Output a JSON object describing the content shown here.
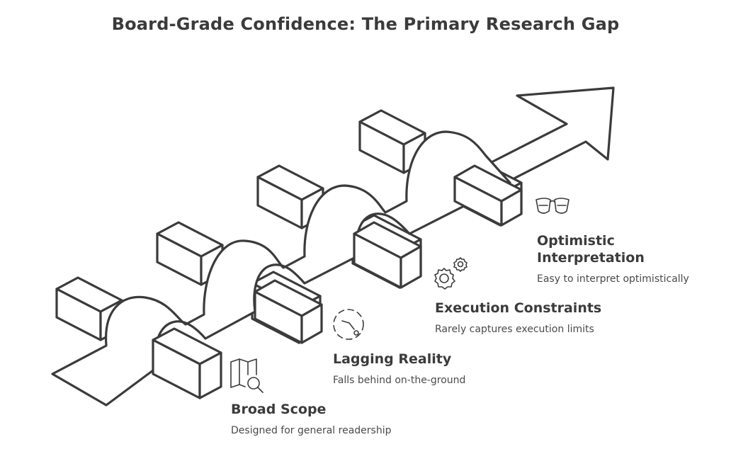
{
  "title": "Board-Grade Confidence: The Primary Research Gap",
  "steps": [
    {
      "label": "Broad Scope",
      "description": "Designed for general readership",
      "icon": "map-search-icon"
    },
    {
      "label": "Lagging Reality",
      "description": "Falls behind on-the-ground",
      "icon": "dashed-clock-icon"
    },
    {
      "label": "Execution Constraints",
      "description": "Rarely captures execution limits",
      "icon": "gears-icon"
    },
    {
      "label": "Optimistic Interpretation",
      "description": "Easy to interpret optimistically",
      "icon": "rose-glasses-icon"
    }
  ],
  "colors": {
    "stroke": "#3b3b3b",
    "background": "#ffffff",
    "text": "#3b3b3b"
  }
}
